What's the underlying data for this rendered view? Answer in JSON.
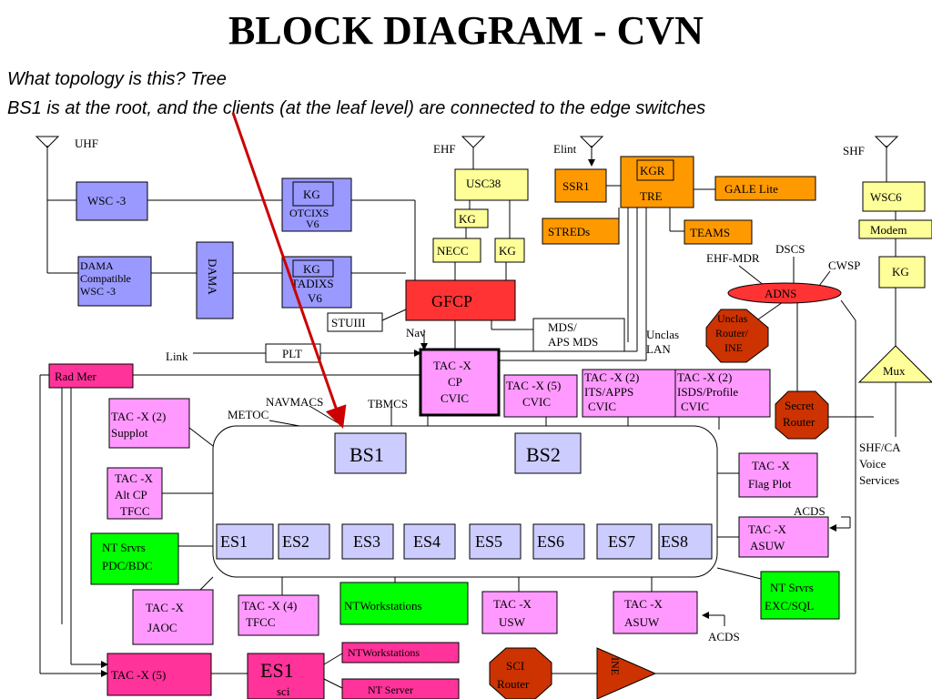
{
  "title": "BLOCK DIAGRAM - CVN",
  "subtitle_1": "What topology is this? Tree",
  "subtitle_2": "BS1 is at the root, and the clients (at the leaf level) are connected to the edge switches",
  "labels": {
    "uhf": "UHF",
    "ehf": "EHF",
    "elint": "Elint",
    "shf": "SHF",
    "wsc3": "WSC  -3",
    "kg1": "KG",
    "otcixs_1": "OTCIXS",
    "otcixs_2": "V6",
    "dama_compat_1": "DAMA",
    "dama_compat_2": "Compatible",
    "dama_compat_3": "WSC  -3",
    "dama": "DAMA",
    "kg2": "KG",
    "tadixs_1": "TADIXS",
    "tadixs_2": "V6",
    "stuiii": "STUIII",
    "usc38": "USC38",
    "kg3": "KG",
    "necc": "NECC",
    "kg4": "KG",
    "gfcp": "GFCP",
    "ssr1": "SSR1",
    "kgr": "KGR",
    "tre": "TRE",
    "gale_lite": "GALE    Lite",
    "streds": "STREDs",
    "teams": "TEAMS",
    "wsc6": "WSC6",
    "modem": "Modem",
    "kg5": "KG",
    "ehf_mdr": "EHF-MDR",
    "dscs": "DSCS",
    "cwsp": "CWSP",
    "adns": "ADNS",
    "mds_1": "MDS/",
    "mds_2": "APS MDS",
    "nav": "Nav",
    "link": "Link",
    "plt": "PLT",
    "unclas_lan_1": "Unclas",
    "unclas_lan_2": "LAN",
    "unclas_router_1": "Unclas",
    "unclas_router_2": "Router/",
    "unclas_router_3": "INE",
    "rad_mer": "Rad Mer",
    "tacx_cp_1": "TAC  -X",
    "tacx_cp_2": "CP",
    "tacx_cp_3": "CVIC",
    "tacx5_cvic_1": "TAC  -X (5)",
    "tacx5_cvic_2": "CVIC",
    "tacx2_its_1": "TAC  -X (2)",
    "tacx2_its_2": "ITS/APPS",
    "tacx2_its_3": "CVIC",
    "tacx2_isds_1": "TAC  -X (2)",
    "tacx2_isds_2": "ISDS/Profile",
    "tacx2_isds_3": "CVIC",
    "mux": "Mux",
    "secret_router_1": "Secret",
    "secret_router_2": "Router",
    "navmacs": "NAVMACS",
    "metoc": "METOC",
    "tbmcs": "TBMCS",
    "tacx2_supplot_1": "TAC  -X (2)",
    "tacx2_supplot_2": "Supplot",
    "shf_ca_1": "SHF/CA",
    "shf_ca_2": "Voice",
    "shf_ca_3": "Services",
    "bs1": "BS1",
    "bs2": "BS2",
    "tacx_altcp_1": "TAC  -X",
    "tacx_altcp_2": "Alt CP",
    "tacx_altcp_3": "TFCC",
    "tacx_flag_1": "TAC  -X",
    "tacx_flag_2": "Flag Plot",
    "es1": "ES1",
    "es2": "ES2",
    "es3": "ES3",
    "es4": "ES4",
    "es5": "ES5",
    "es6": "ES6",
    "es7": "ES7",
    "es8": "ES8",
    "acds_1": "ACDS",
    "tacx_asuw_r_1": "TAC  -X",
    "tacx_asuw_r_2": "ASUW",
    "nt_pdc_1": "NT   Srvrs",
    "nt_pdc_2": "PDC/BDC",
    "nt_exc_1": "NT   Srvrs",
    "nt_exc_2": "EXC/SQL",
    "tacx_jaoc_1": "TAC  -X",
    "tacx_jaoc_2": "JAOC",
    "tacx4_tfcc_1": "TAC  -X (4)",
    "tacx4_tfcc_2": "TFCC",
    "ntworkstations_1": "NTWorkstations",
    "tacx_usw_1": "TAC  -X",
    "tacx_usw_2": "USW",
    "tacx_asuw_b_1": "TAC  -X",
    "tacx_asuw_b_2": "ASUW",
    "acds_2": "ACDS",
    "tacx5_bottom": "TAC  -X (5)",
    "es1_sci_1": "ES1",
    "es1_sci_2": "sci",
    "ntworkstations_2": "NTWorkstations",
    "nt_server": "NT Server",
    "sci_router_1": "SCI",
    "sci_router_2": "Router",
    "ine": "INE"
  },
  "colors": {
    "blue": "#9999ff",
    "yellow": "#ffff99",
    "orange": "#ff9900",
    "red": "#ff3333",
    "pink": "#ff99ff",
    "magenta": "#ff3399",
    "green": "#00ff00",
    "darkred": "#cc3300",
    "arrow": "#cc0000"
  }
}
